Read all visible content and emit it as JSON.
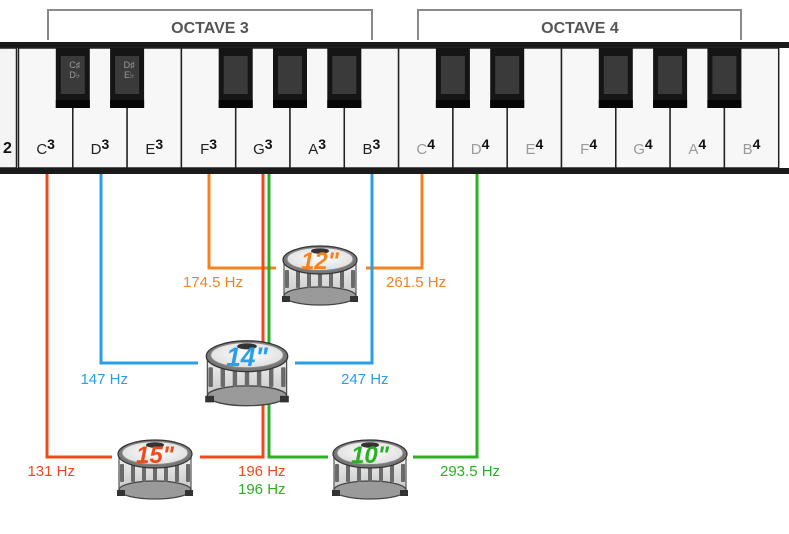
{
  "octaves": [
    {
      "label": "OCTAVE 3"
    },
    {
      "label": "OCTAVE 4"
    }
  ],
  "keyboard": {
    "partial_left_label": "2",
    "white_keys": [
      {
        "note": "C",
        "octave": "3",
        "dim": false
      },
      {
        "note": "D",
        "octave": "3",
        "dim": false
      },
      {
        "note": "E",
        "octave": "3",
        "dim": false
      },
      {
        "note": "F",
        "octave": "3",
        "dim": false
      },
      {
        "note": "G",
        "octave": "3",
        "dim": false
      },
      {
        "note": "A",
        "octave": "3",
        "dim": false
      },
      {
        "note": "B",
        "octave": "3",
        "dim": false
      },
      {
        "note": "C",
        "octave": "4",
        "dim": true
      },
      {
        "note": "D",
        "octave": "4",
        "dim": true
      },
      {
        "note": "E",
        "octave": "4",
        "dim": true
      },
      {
        "note": "F",
        "octave": "4",
        "dim": true
      },
      {
        "note": "G",
        "octave": "4",
        "dim": true
      },
      {
        "note": "A",
        "octave": "4",
        "dim": true
      },
      {
        "note": "B",
        "octave": "4",
        "dim": true
      }
    ],
    "black_key_labels": [
      {
        "top": "C♯",
        "bottom": "D♭"
      },
      {
        "top": "D♯",
        "bottom": "E♭"
      }
    ]
  },
  "drums": [
    {
      "size": "12\"",
      "color": "#f5821f",
      "low_hz": "174.5 Hz",
      "high_hz": "261.5 Hz"
    },
    {
      "size": "14\"",
      "color": "#2a9fe8",
      "low_hz": "147 Hz",
      "high_hz": "247 Hz"
    },
    {
      "size": "15\"",
      "color": "#f04a1c",
      "low_hz": "131 Hz",
      "high_hz": "196 Hz"
    },
    {
      "size": "10\"",
      "color": "#29b023",
      "low_hz": "196 Hz",
      "high_hz": "293.5 Hz"
    }
  ]
}
